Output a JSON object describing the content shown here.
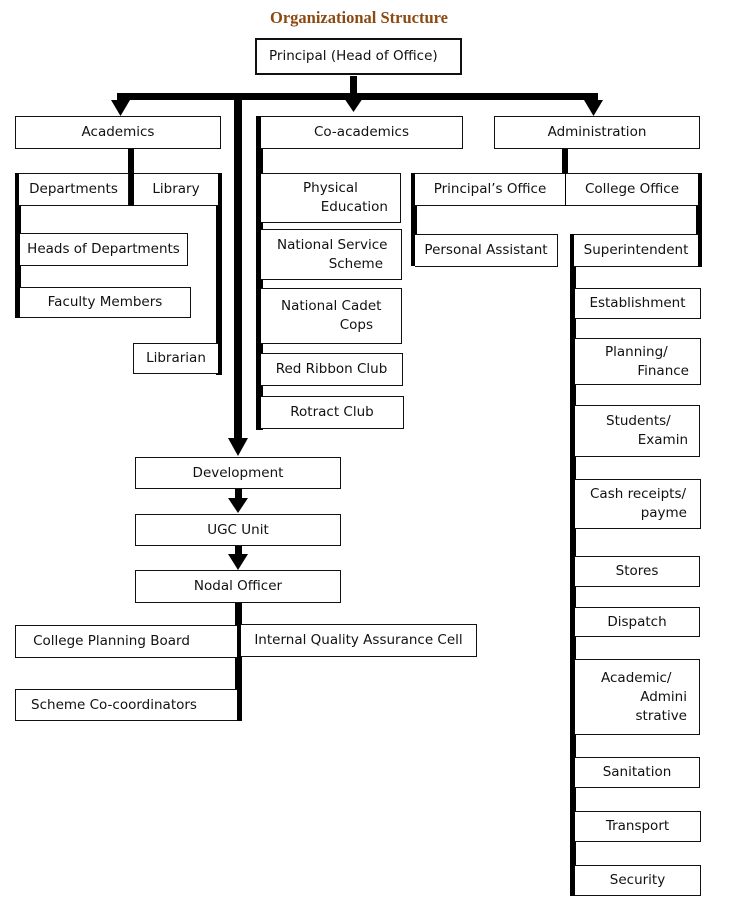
{
  "title": "Organizational Structure",
  "root": {
    "label": "Principal (Head of Office)"
  },
  "academics": {
    "label": "Academics",
    "departments": "Departments",
    "library": "Library",
    "heads": "Heads of Departments",
    "faculty": "Faculty Members",
    "librarian": "Librarian"
  },
  "coacademics": {
    "label": "Co-academics",
    "items": [
      {
        "line1": "Physical",
        "line2": "Education"
      },
      {
        "line1": "National Service",
        "line2": "Scheme"
      },
      {
        "line1": "National Cadet",
        "line2": "Cops"
      },
      {
        "line1": "Red Ribbon Club"
      },
      {
        "line1": "Rotract Club"
      }
    ]
  },
  "administration": {
    "label": "Administration",
    "principals_office": "Principal’s Office",
    "college_office": "College Office",
    "personal_assistant": "Personal Assistant",
    "superintendent": "Superintendent",
    "sections": [
      {
        "line1": "Establishment"
      },
      {
        "line1": "Planning/",
        "line2": "Finance"
      },
      {
        "line1": "Students/",
        "line2": "Examin"
      },
      {
        "line1": "Cash receipts/",
        "line2": "payme"
      },
      {
        "line1": "Stores"
      },
      {
        "line1": "Dispatch"
      },
      {
        "line1": "Academic/",
        "line2": "Admini",
        "line3": "strative"
      },
      {
        "line1": "Sanitation"
      },
      {
        "line1": "Transport"
      },
      {
        "line1": "Security"
      }
    ]
  },
  "development": {
    "label": "Development",
    "ugc": "UGC Unit",
    "nodal": "Nodal Officer",
    "planning_board": "College Planning Board",
    "iqac": "Internal Quality Assurance Cell",
    "scheme": "Scheme Co-coordinators"
  }
}
